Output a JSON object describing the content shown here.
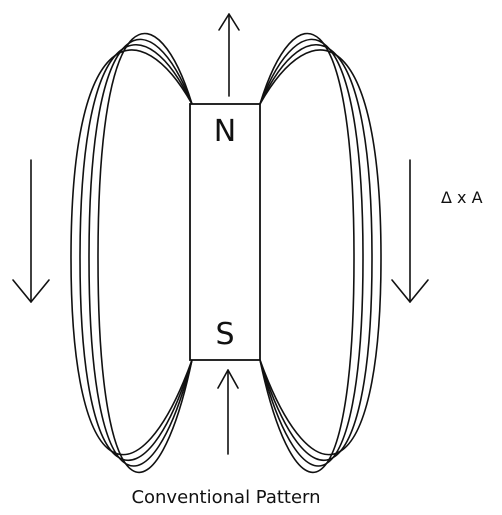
{
  "magnet": {
    "north_label": "N",
    "south_label": "S"
  },
  "side_label": "Δ x A",
  "caption": "Conventional Pattern"
}
